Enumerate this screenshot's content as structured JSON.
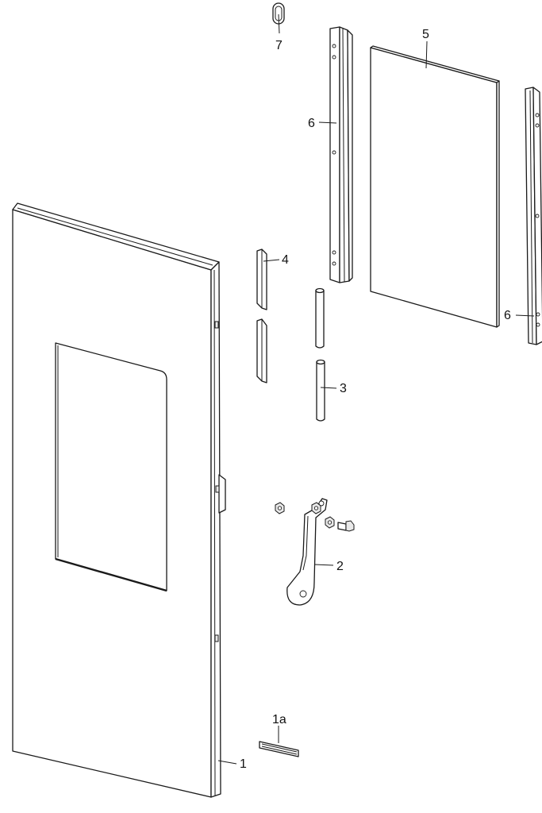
{
  "diagram": {
    "callouts": {
      "c1": "1",
      "c1a": "1a",
      "c2": "2",
      "c3": "3",
      "c4": "4",
      "c5": "5",
      "c6_left": "6",
      "c6_right": "6",
      "c7": "7"
    }
  },
  "colors": {
    "line": "#1a1a1a",
    "background": "#ffffff",
    "shade": "#e9e9e9"
  }
}
